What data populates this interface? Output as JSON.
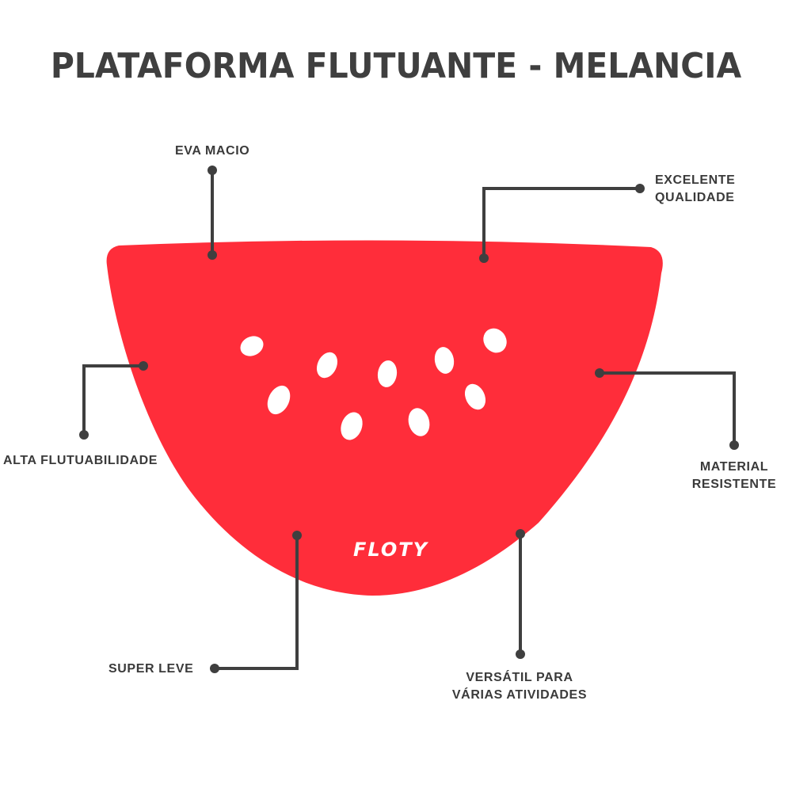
{
  "title": "PLATAFORMA FLUTUANTE - MELANCIA",
  "brand": "FLOTY",
  "colors": {
    "body": "#ff2d3a",
    "seed": "#ffffff",
    "callout": "#3f3f3f",
    "text": "#3a3a3a"
  },
  "callouts": {
    "eva": "EVA MACIO",
    "qualidade_1": "EXCELENTE",
    "qualidade_2": "QUALIDADE",
    "flutuabilidade": "ALTA FLUTUABILIDADE",
    "resistente_1": "MATERIAL",
    "resistente_2": "RESISTENTE",
    "leve": "SUPER LEVE",
    "versatil_1": "VERSÁTIL PARA",
    "versatil_2": "VÁRIAS ATIVIDADES"
  }
}
